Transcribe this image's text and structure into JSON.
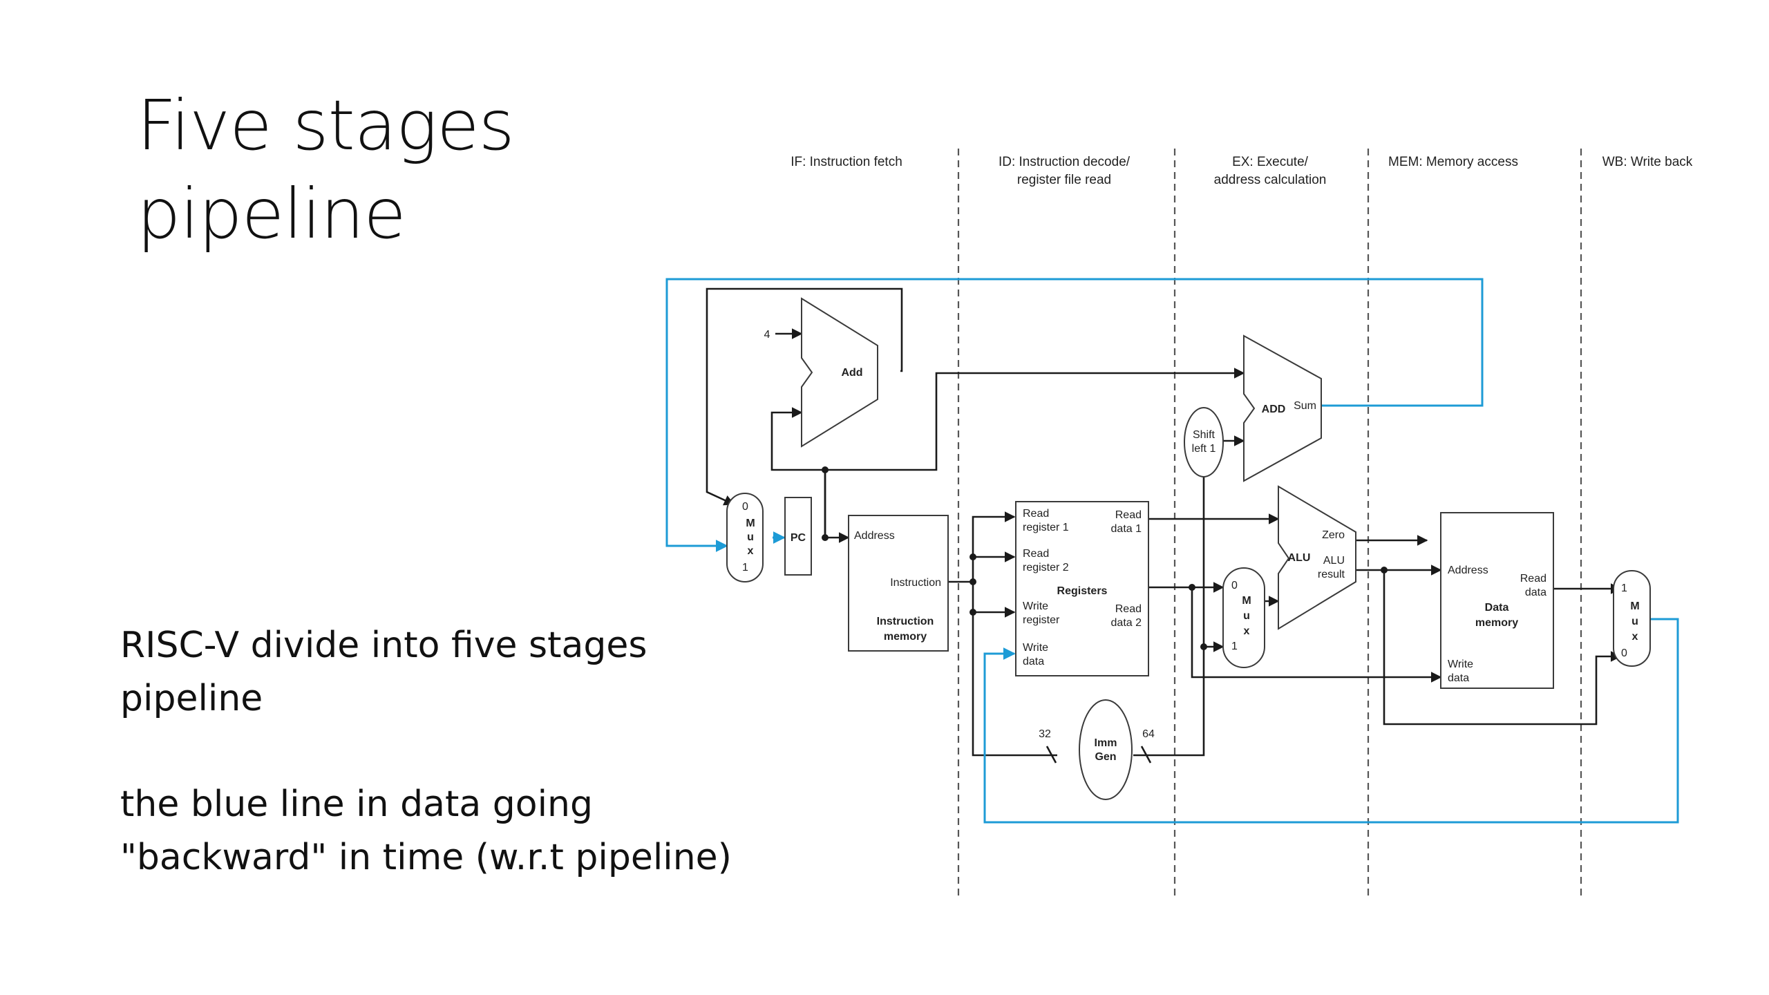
{
  "slide": {
    "title_lines": [
      "Five stages",
      "pipeline"
    ],
    "body": [
      {
        "lines": [
          "RISC-V divide into five stages",
          "pipeline"
        ]
      },
      {
        "lines": [
          "the blue line in data going",
          "\"backward\" in time (w.r.t pipeline)"
        ]
      }
    ]
  },
  "diagram": {
    "stages": [
      {
        "lines": [
          "IF: Instruction fetch"
        ]
      },
      {
        "lines": [
          "ID: Instruction decode/",
          "register file read"
        ]
      },
      {
        "lines": [
          "EX: Execute/",
          "address calculation"
        ]
      },
      {
        "lines": [
          "MEM: Memory access"
        ]
      },
      {
        "lines": [
          "WB: Write back"
        ]
      }
    ],
    "labels": {
      "four": "4",
      "add": "Add",
      "pc": "PC",
      "mux_m": "M",
      "mux_u": "u",
      "mux_x": "x",
      "zero_sel": "0",
      "one_sel": "1",
      "imem_address": "Address",
      "imem_instruction": "Instruction",
      "imem_name_1": "Instruction",
      "imem_name_2": "memory",
      "read_register": "Read",
      "register_1": "register 1",
      "register_2": "register 2",
      "registers": "Registers",
      "write": "Write",
      "register": "register",
      "data": "data",
      "read_data_1": "data 1",
      "read_data_2": "data 2",
      "shift_1": "Shift",
      "shift_2": "left 1",
      "add_upper": "ADD",
      "sum": "Sum",
      "alu": "ALU",
      "zero": "Zero",
      "alu_result_1": "ALU",
      "alu_result_2": "result",
      "imm_1": "Imm",
      "imm_2": "Gen",
      "bits_32": "32",
      "bits_64": "64",
      "dmem_address": "Address",
      "dmem_name_1": "Data",
      "dmem_name_2": "memory",
      "write_data": "Write",
      "read_data": "Read"
    },
    "colors": {
      "wire": "#1a1a1a",
      "feedback": "#1d9bd6",
      "stage_divider": "#555555"
    }
  }
}
